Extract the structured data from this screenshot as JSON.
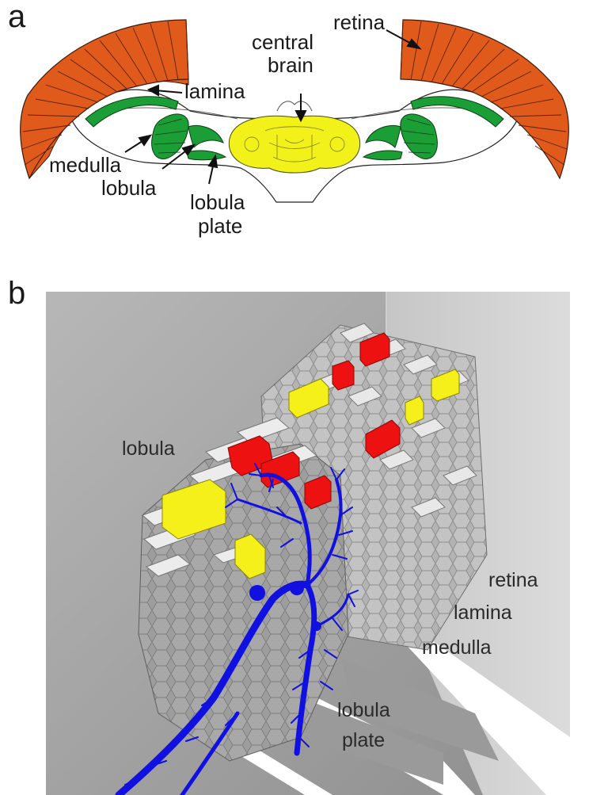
{
  "panel_a": {
    "letter": "a",
    "labels": {
      "retina": "retina",
      "central_brain_line1": "central",
      "central_brain_line2": "brain",
      "lamina": "lamina",
      "medulla": "medulla",
      "lobula": "lobula",
      "lobula_plate_line1": "lobula",
      "lobula_plate_line2": "plate"
    },
    "colors": {
      "retina": "#e05a1c",
      "neuropil": "#1a9e35",
      "central_brain": "#f2f21a",
      "outline": "#000000"
    }
  },
  "panel_b": {
    "letter": "b",
    "labels": {
      "lobula": "lobula",
      "retina": "retina",
      "lamina": "lamina",
      "medulla": "medulla",
      "lobula_plate_line1": "lobula",
      "lobula_plate_line2": "plate"
    },
    "colors": {
      "neuron": "#1010e0",
      "highlight_red": "#ee1111",
      "highlight_yellow": "#f5ef1a",
      "column": "#d8d8d8",
      "background": "#a9a9a9"
    }
  }
}
